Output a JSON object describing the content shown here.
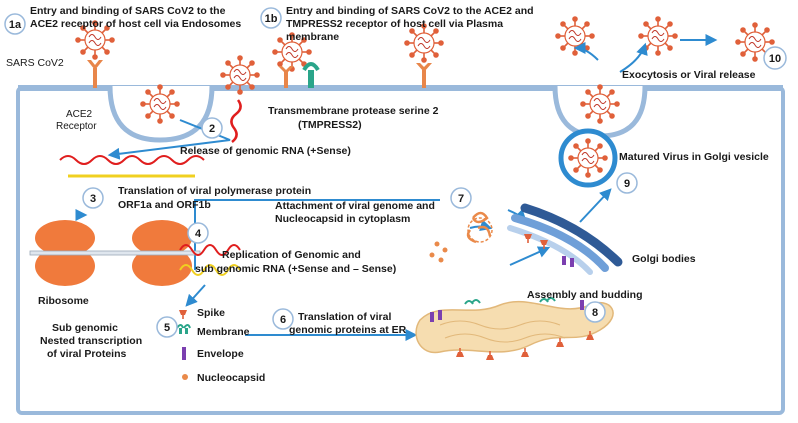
{
  "labels": {
    "entry_1a_line1": "Entry and binding of SARS CoV2 to the",
    "entry_1a_line2": "ACE2 receptor of host cell via Endosomes",
    "entry_1b_line1": "Entry and binding of SARS CoV2 to the ACE2 and",
    "entry_1b_line2": "TMPRESS2 receptor of host cell via Plasma",
    "entry_1b_line3": "membrane",
    "sars_cov2": "SARS CoV2",
    "ace2_line1": "ACE2",
    "ace2_line2": "Receptor",
    "tmpress_line1": "Transmembrane protease  serine 2",
    "tmpress_line2": "(TMPRESS2)",
    "release_rna": "Release of genomic RNA (+Sense)",
    "translation_line1": "Translation of viral polymerase protein",
    "translation_line2": "ORF1a and ORF1b",
    "attach_line1": "Attachment of viral genome and",
    "attach_line2": "Nucleocapsid in cytoplasm",
    "replication_line1": "Replication of Genomic and",
    "replication_line2": "sub genomic RNA (+Sense and – Sense)",
    "ribosome": "Ribosome",
    "sub_line1": "Sub genomic",
    "sub_line2": "Nested transcription",
    "sub_line3": "of viral Proteins",
    "translation_er_line1": "Translation of viral",
    "translation_er_line2": "genomic proteins at ER",
    "golgi": "Golgi bodies",
    "assembly": "Assembly and budding",
    "matured": "Matured Virus in Golgi vesicle",
    "exocytosis": "Exocytosis or Viral release"
  },
  "legend": {
    "spike": "Spike",
    "membrane": "Membrane",
    "envelope": "Envelope",
    "nucleocapsid": "Nucleocapsid"
  },
  "steps": {
    "s1a": "1a",
    "s1b": "1b",
    "s2": "2",
    "s3": "3",
    "s4": "4",
    "s5": "5",
    "s6": "6",
    "s7": "7",
    "s8": "8",
    "s9": "9",
    "s10": "10"
  },
  "colors": {
    "cell_border": "#9ab9db",
    "arrow": "#2e8bd0",
    "virus_spike": "#e0603a",
    "virus_core": "#c0392b",
    "rna_red": "#e01e1e",
    "rna_yellow": "#f0d020",
    "ribosome": "#f07a3c",
    "er": "#f6ddb0",
    "golgi": "#4a7fc0",
    "membrane_green": "#2aa58a",
    "envelope_purple": "#7b3fb0"
  }
}
